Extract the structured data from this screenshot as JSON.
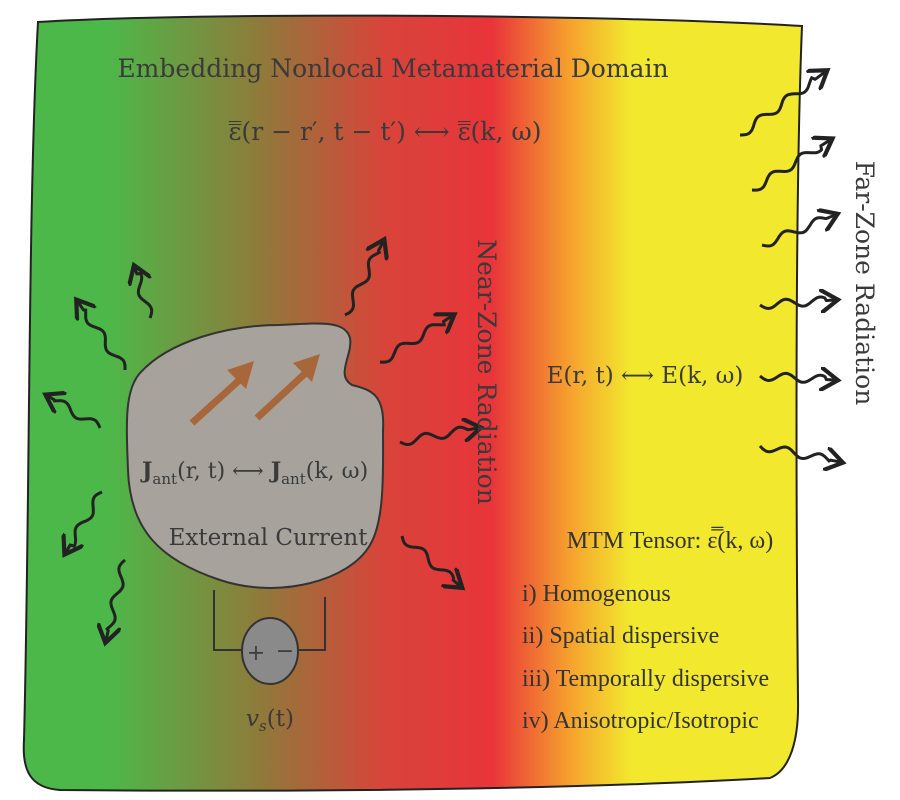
{
  "domain_title": "Embedding Nonlocal Metamaterial Domain",
  "permittivity_relation": "ε̿(r − r′, t − t′) ⟷ ε̿(k, ω)",
  "near_zone_label": "Near-Zone Radiation",
  "far_zone_label": "Far-Zone Radiation",
  "field_relation": "E(r, t) ⟷ E(k, ω)",
  "current_relation": "J_ant(r, t) ⟷ J_ant(k, ω)",
  "current_parts": {
    "j1": "J",
    "s1": "ant",
    "a1": "(r, t) ⟷ ",
    "j2": "J",
    "s2": "ant",
    "a2": "(k, ω)"
  },
  "external_current_label": "External Current",
  "source": {
    "plus": "+",
    "minus": "−",
    "label": "v",
    "sub": "s",
    "arg": "(t)"
  },
  "mtm_tensor_label": "MTM Tensor: ε̿(k, ω)",
  "properties": [
    "i) Homogenous",
    "ii) Spatial dispersive",
    "iii) Temporally dispersive",
    "iv) Anisotropic/Isotropic"
  ],
  "colors": {
    "green": "#4cb84a",
    "olive": "#8f7a3a",
    "red": "#e8343a",
    "orange": "#f6a02e",
    "yellow": "#f2e82e",
    "blob": "#a8a29c",
    "current_arrow": "#a8673a"
  }
}
